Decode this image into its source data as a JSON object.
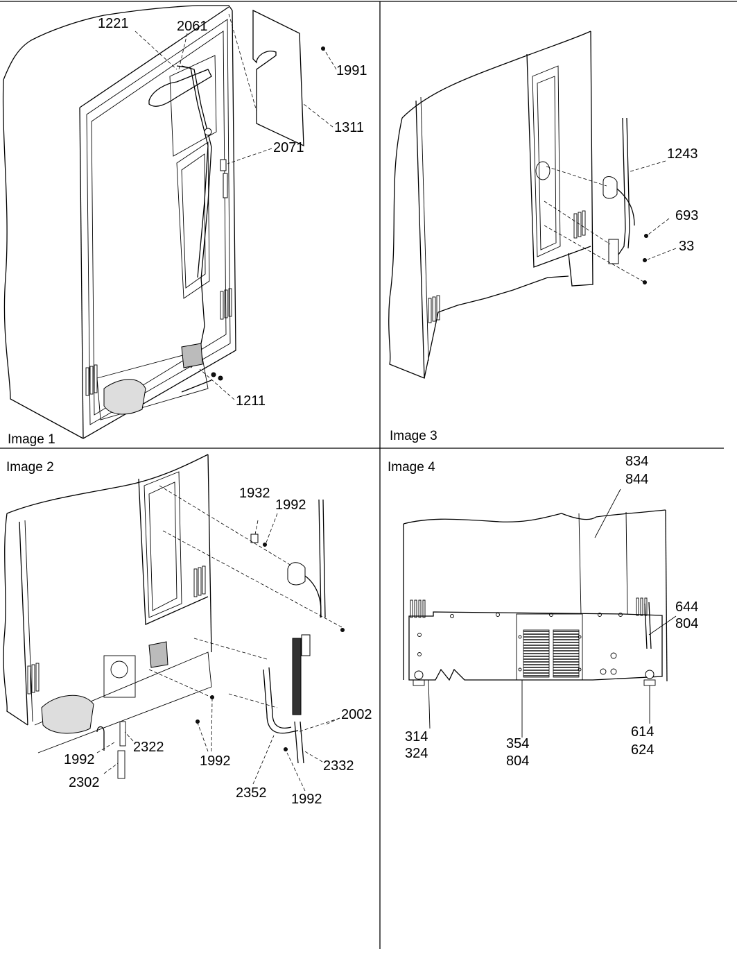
{
  "panels": [
    {
      "title": "Image 1",
      "callouts": [
        "1221",
        "2061",
        "1991",
        "1311",
        "2071",
        "1211"
      ]
    },
    {
      "title": "Image 2",
      "callouts": [
        "1932",
        "1992",
        "2002",
        "2322",
        "1992",
        "1992",
        "2332",
        "2302",
        "2352",
        "1992"
      ]
    },
    {
      "title": "Image 3",
      "callouts": [
        "1243",
        "693",
        "33"
      ]
    },
    {
      "title": "Image 4",
      "callouts": [
        "834",
        "844",
        "644",
        "804",
        "314",
        "324",
        "354",
        "804",
        "614",
        "624"
      ]
    }
  ]
}
